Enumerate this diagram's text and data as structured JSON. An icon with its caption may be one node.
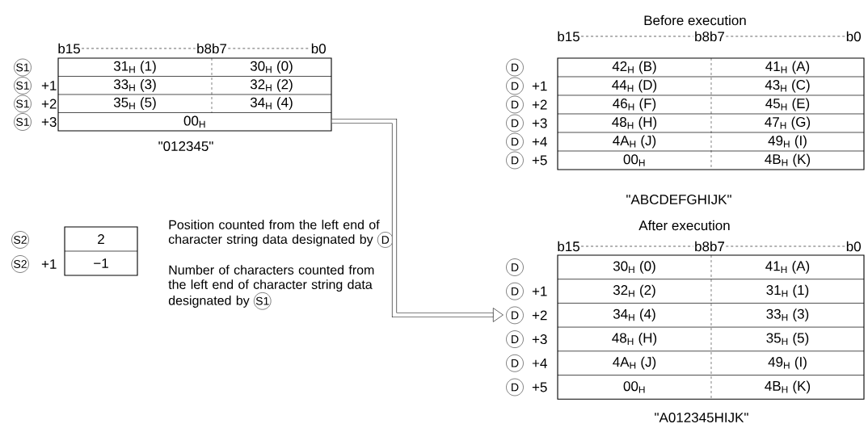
{
  "diagram": {
    "nodes": [
      {
        "text": [
          "31$_{H}$ (1)",
          "30$_{H}$ (0)",
          "33$_{H}$ (3)",
          "32$_{H}$ (2)",
          "35$_{H}$ (5)",
          "34$_{H}$ (4)",
          "00$_{H}$"
        ],
        "beside": [
          "b15",
          "b8b7",
          "b0",
          "S1",
          "S1",
          "+1",
          "S1",
          "+2",
          "S1",
          "+3",
          "\"012345\""
        ]
      },
      {
        "text": [
          "2",
          "−1"
        ],
        "beside": [
          "S2",
          "S2",
          "+1"
        ]
      },
      {
        "text": [
          "42$_{H}$ (B)",
          "41$_{H}$ (A)",
          "44$_{H}$ (D)",
          "43$_{H}$ (C)",
          "46$_{H}$ (F)",
          "45$_{H}$ (E)",
          "48$_{H}$ (H)",
          "47$_{H}$ (G)",
          "4A$_{H}$ (J)",
          "49$_{H}$ (I)",
          "00$_{H}$",
          "4B$_{H}$ (K)"
        ],
        "beside": [
          "b15",
          "b8b7",
          "b0",
          "D",
          "D",
          "+1",
          "D",
          "+2",
          "D",
          "+3",
          "D",
          "+4",
          "D",
          "+5",
          "\"ABCDEFGHIJK\""
        ]
      },
      {
        "text": [
          "30$_{H}$ (0)",
          "41$_{H}$ (A)",
          "32$_{H}$ (2)",
          "31$_{H}$ (1)",
          "34$_{H}$ (4)",
          "33$_{H}$ (3)",
          "48$_{H}$ (H)",
          "35$_{H}$ (5)",
          "4A$_{H}$ (J)",
          "49$_{H}$ (I)",
          "00$_{H}$",
          "4B$_{H}$ (K)"
        ],
        "beside": [
          "b15",
          "b8b7",
          "b0",
          "D",
          "D",
          "+1",
          "D",
          "+2",
          "D",
          "+3",
          "D",
          "+4",
          "D",
          "+5",
          "\"A012345HIJK\""
        ]
      }
    ],
    "edges": [
      {
        "from": 0,
        "to": 3,
        "arrow": "to"
      }
    ],
    "labels": [
      "Position counted from the left end of character string data designated by",
      "D",
      "Number of characters counted from the left end of character string data designated by",
      "S1",
      "Before execution",
      "After execution"
    ]
  }
}
